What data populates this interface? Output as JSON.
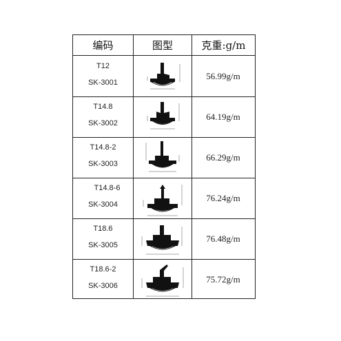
{
  "header": {
    "code_label": "编码",
    "figure_label": "图型",
    "weight_label": "克重:g/m"
  },
  "rows": [
    {
      "model": "T12",
      "code": "SK-3001",
      "weight": "56.99g/m",
      "figure": "t12-profile"
    },
    {
      "model": "T14.8",
      "code": "SK-3002",
      "weight": "64.19g/m",
      "figure": "t14-8-profile"
    },
    {
      "model": "T14.8-2",
      "code": "SK-3003",
      "weight": "66.29g/m",
      "figure": "t14-8-2-profile"
    },
    {
      "model": "T14.8-6",
      "code": "SK-3004",
      "weight": "76.24g/m",
      "figure": "t14-8-6-profile"
    },
    {
      "model": "T18.6",
      "code": "SK-3005",
      "weight": "76.48g/m",
      "figure": "t18-6-profile"
    },
    {
      "model": "T18.6-2",
      "code": "SK-3006",
      "weight": "75.72g/m",
      "figure": "t18-6-2-profile"
    }
  ]
}
